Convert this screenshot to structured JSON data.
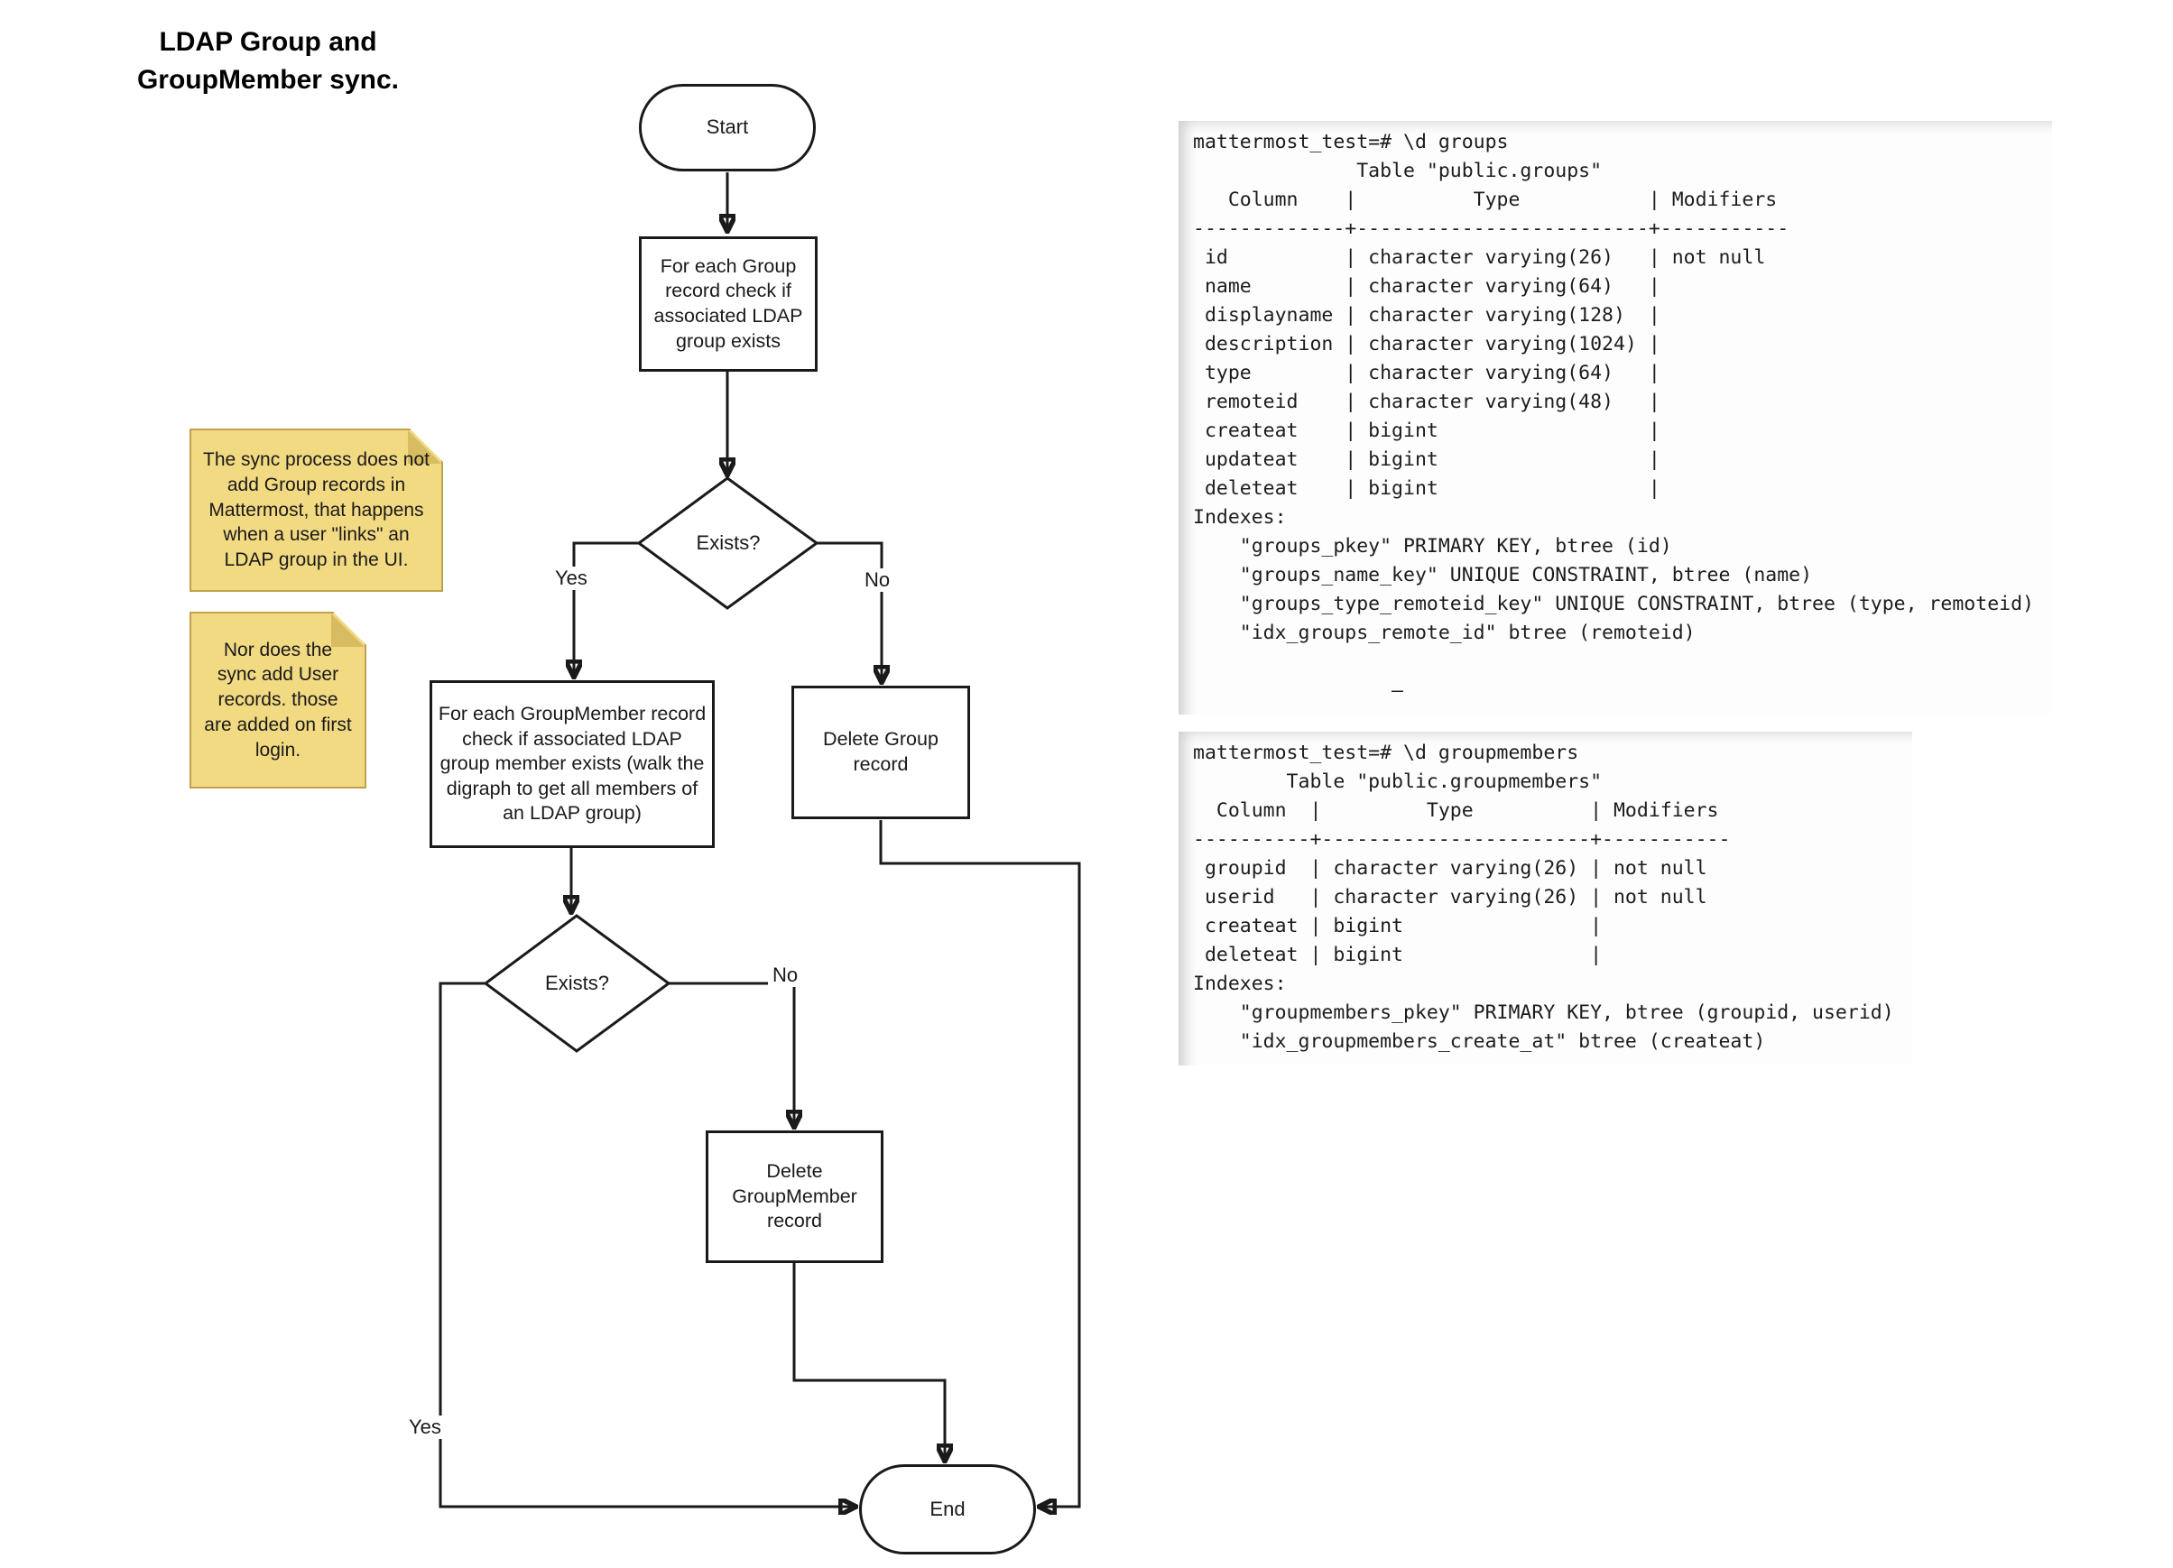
{
  "title": {
    "line1": "LDAP Group and",
    "line2": "GroupMember sync."
  },
  "flowchart": {
    "start_label": "Start",
    "end_label": "End",
    "step_check_group": "For each Group record check if associated LDAP group exists",
    "decision_group_exists": "Exists?",
    "step_check_groupmember": "For each GroupMember record check if associated LDAP group member exists (walk the digraph to get all members of an LDAP group)",
    "step_delete_group": "Delete Group record",
    "decision_groupmember_exists": "Exists?",
    "step_delete_groupmember": "Delete GroupMember record",
    "labels": {
      "yes1": "Yes",
      "no1": "No",
      "yes2": "Yes",
      "no2": "No"
    }
  },
  "notes": [
    {
      "text": "The sync process does not add Group records in Mattermost, that happens when a user \"links\" an LDAP group in the UI."
    },
    {
      "text": "Nor does the sync add User records. those are added on first login."
    }
  ],
  "terminals": [
    {
      "command": "\\d groups",
      "text": "mattermost_test=# \\d groups\n              Table \"public.groups\"\n   Column    |          Type           | Modifiers\n-------------+-------------------------+-----------\n id          | character varying(26)   | not null\n name        | character varying(64)   |\n displayname | character varying(128)  |\n description | character varying(1024) |\n type        | character varying(64)   |\n remoteid    | character varying(48)   |\n createat    | bigint                  |\n updateat    | bigint                  |\n deleteat    | bigint                  |\nIndexes:\n    \"groups_pkey\" PRIMARY KEY, btree (id)\n    \"groups_name_key\" UNIQUE CONSTRAINT, btree (name)\n    \"groups_type_remoteid_key\" UNIQUE CONSTRAINT, btree (type, remoteid)\n    \"idx_groups_remote_id\" btree (remoteid)\n\n                 –"
    },
    {
      "command": "\\d groupmembers",
      "text": "mattermost_test=# \\d groupmembers\n        Table \"public.groupmembers\"\n  Column  |         Type          | Modifiers\n----------+-----------------------+-----------\n groupid  | character varying(26) | not null\n userid   | character varying(26) | not null\n createat | bigint                |\n deleteat | bigint                |\nIndexes:\n    \"groupmembers_pkey\" PRIMARY KEY, btree (groupid, userid)\n    \"idx_groupmembers_create_at\" btree (createat)"
    }
  ],
  "colors": {
    "note_fill": "#F2DA82",
    "note_fold": "#D8BC62",
    "note_border": "#BFA24A",
    "line_color": "#1a1a1a",
    "shape_fill": "#ffffff",
    "terminal_bg": "#fdfdfd"
  }
}
